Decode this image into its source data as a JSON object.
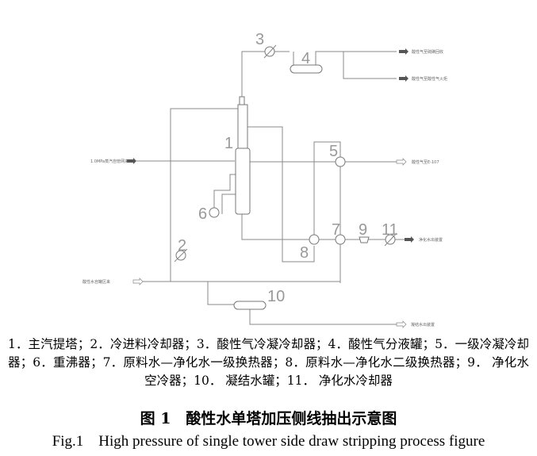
{
  "diagram": {
    "equipment_numbers": [
      "1",
      "2",
      "3",
      "4",
      "5",
      "6",
      "7",
      "8",
      "9",
      "10",
      "11"
    ],
    "stream_labels": {
      "acid_gas_sulfur": "酸性气至硫磺回收",
      "acid_gas_flare": "酸性气至酸性气火炬",
      "acid_gas_e107": "酸性气至E-107",
      "steam_in": "1.0MPa蒸汽自管网来",
      "sour_water_in": "酸性水自罐区来",
      "purified_water_out": "净化水出装置",
      "condensate_out": "凝结水出装置"
    }
  },
  "caption": {
    "legend": "1．主汽提塔；2．冷进料冷却器；3．酸性气冷凝冷却器；4．酸性气分液罐；5．一级冷凝冷却器；6．重沸器；7．原料水—净化水一级换热器；8．原料水—净化水二级换热器；9． 净化水空冷器；10． 凝结水罐；11． 净化水冷却器",
    "title": "图 1　酸性水单塔加压侧线抽出示意图",
    "english": "Fig.1　High pressure of single tower side draw stripping process figure"
  }
}
